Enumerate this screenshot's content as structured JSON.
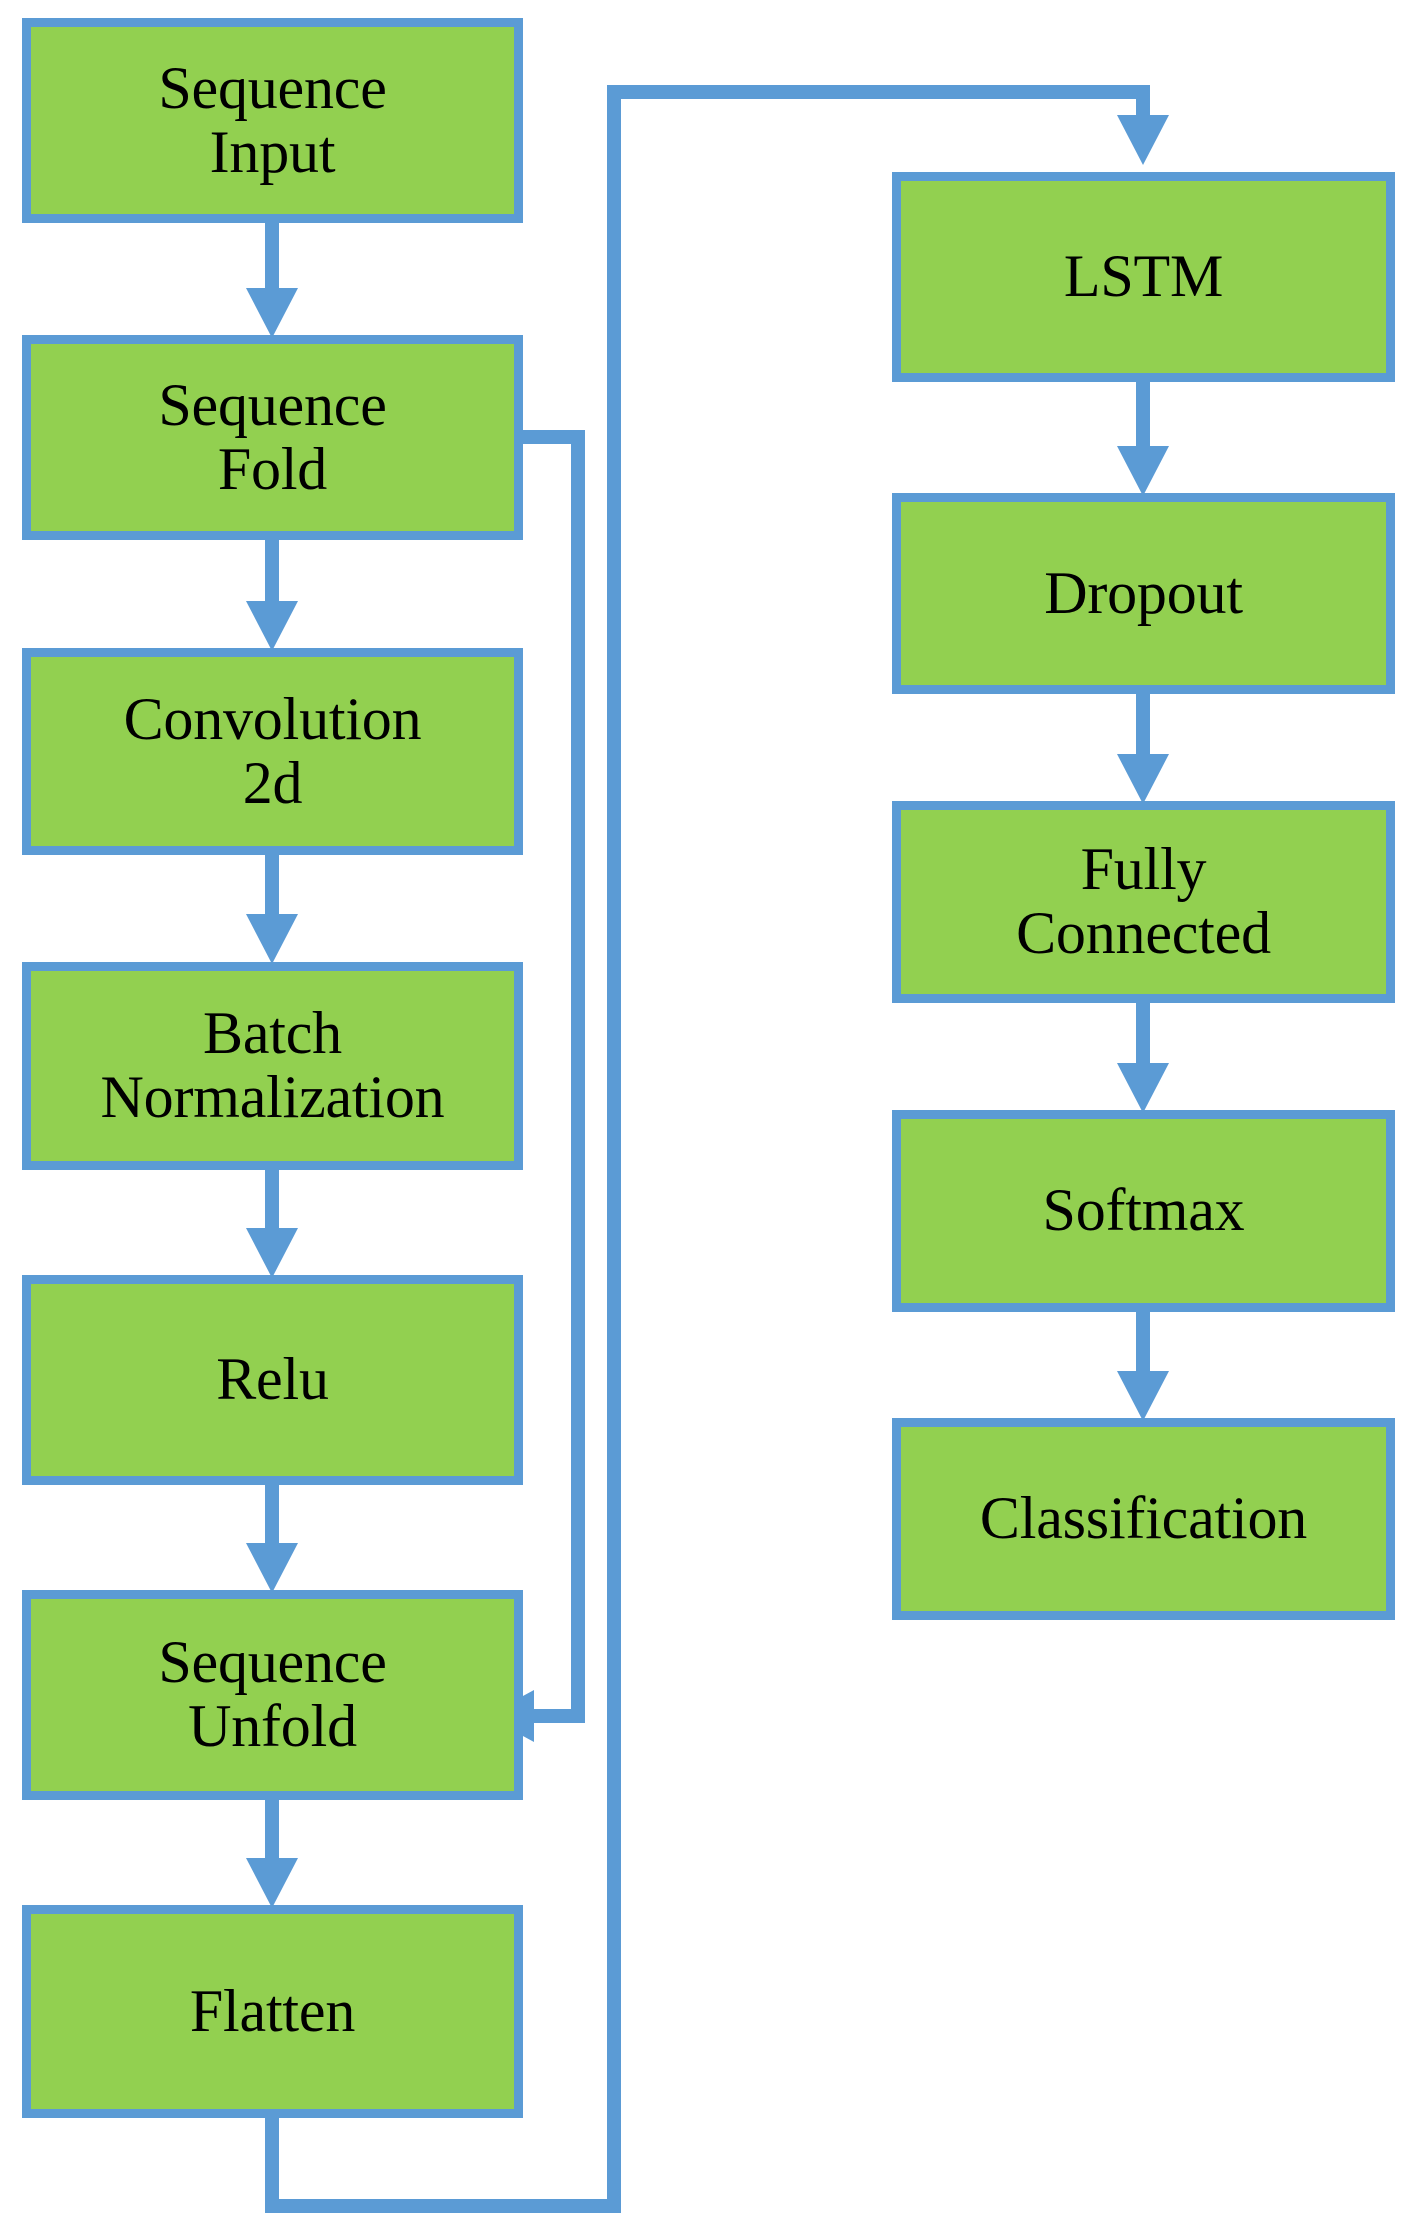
{
  "diagram": {
    "title": "CNN-LSTM network layer architecture flowchart",
    "colors": {
      "node_fill": "#92d050",
      "node_border": "#5b9bd5",
      "connector": "#5b9bd5",
      "text": "#000000",
      "background": "#ffffff"
    },
    "left_column": [
      {
        "id": "sequence-input",
        "label": "Sequence\nInput"
      },
      {
        "id": "sequence-fold",
        "label": "Sequence\nFold"
      },
      {
        "id": "convolution-2d",
        "label": "Convolution\n2d"
      },
      {
        "id": "batch-normalization",
        "label": "Batch\nNormalization"
      },
      {
        "id": "relu",
        "label": "Relu"
      },
      {
        "id": "sequence-unfold",
        "label": "Sequence\nUnfold"
      },
      {
        "id": "flatten",
        "label": "Flatten"
      }
    ],
    "right_column": [
      {
        "id": "lstm",
        "label": "LSTM"
      },
      {
        "id": "dropout",
        "label": "Dropout"
      },
      {
        "id": "fully-connected",
        "label": "Fully\nConnected"
      },
      {
        "id": "softmax",
        "label": "Softmax"
      },
      {
        "id": "classification",
        "label": "Classification"
      }
    ],
    "connections": [
      {
        "from": "sequence-input",
        "to": "sequence-fold",
        "kind": "straight-down"
      },
      {
        "from": "sequence-fold",
        "to": "convolution-2d",
        "kind": "straight-down"
      },
      {
        "from": "convolution-2d",
        "to": "batch-normalization",
        "kind": "straight-down"
      },
      {
        "from": "batch-normalization",
        "to": "relu",
        "kind": "straight-down"
      },
      {
        "from": "relu",
        "to": "sequence-unfold",
        "kind": "straight-down"
      },
      {
        "from": "sequence-unfold",
        "to": "flatten",
        "kind": "straight-down"
      },
      {
        "from": "sequence-fold",
        "to": "sequence-unfold",
        "kind": "right-loop"
      },
      {
        "from": "flatten",
        "to": "lstm",
        "kind": "bottom-to-top-right"
      },
      {
        "from": "lstm",
        "to": "dropout",
        "kind": "straight-down"
      },
      {
        "from": "dropout",
        "to": "fully-connected",
        "kind": "straight-down"
      },
      {
        "from": "fully-connected",
        "to": "softmax",
        "kind": "straight-down"
      },
      {
        "from": "softmax",
        "to": "classification",
        "kind": "straight-down"
      }
    ]
  }
}
